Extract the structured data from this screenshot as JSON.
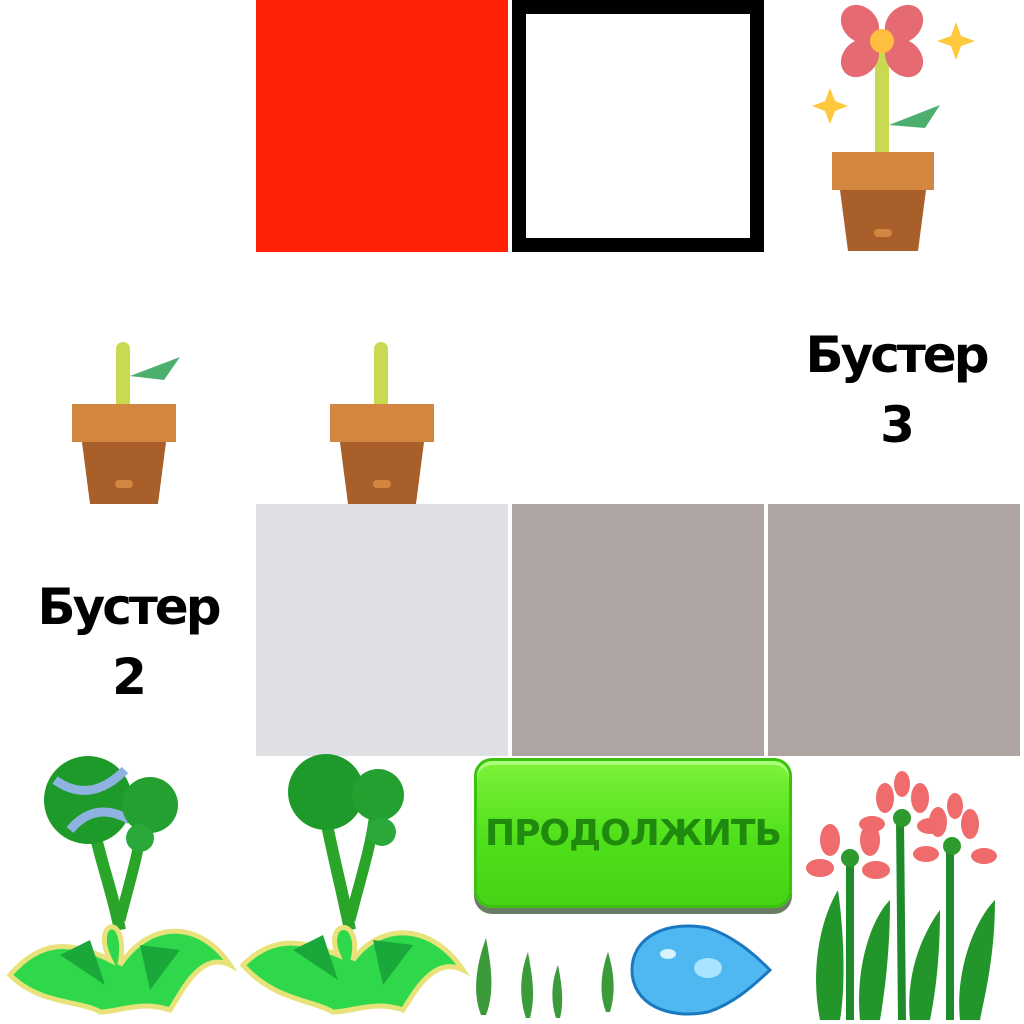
{
  "boosters": {
    "booster3": {
      "word": "Бустер",
      "number": "3"
    },
    "booster2": {
      "word": "Бустер",
      "number": "2"
    }
  },
  "continue_button": {
    "label": "ПРОДОЛЖИТЬ"
  },
  "tiles": {
    "red_tile": {
      "color": "#ff2208"
    },
    "empty_frame": {
      "border": "#000000",
      "fill": "#ffffff"
    },
    "light_tile": {
      "color": "#dfe0e4"
    },
    "stone_tile": {
      "color": "#aea5a3"
    }
  },
  "icons": [
    "flower-pot-icon",
    "sprout-pot-icon",
    "bean-sprout-icon",
    "grass-blades-icon",
    "water-drop-icon",
    "red-flowers-icon"
  ]
}
